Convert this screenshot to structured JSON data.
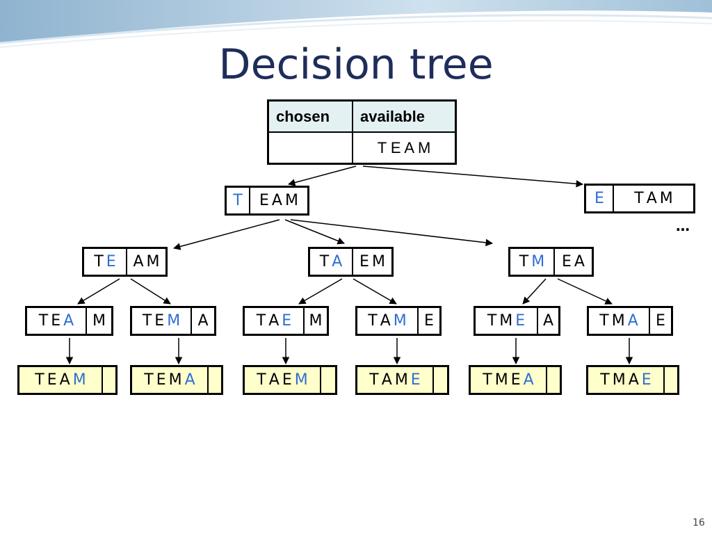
{
  "title": "Decision tree",
  "header": {
    "chosen_label": "chosen",
    "available_label": "available",
    "chosen_value": "",
    "available_value": "T E A M"
  },
  "colors": {
    "highlight": "#2e6fd1",
    "leaf_fill": "#ffffcc",
    "header_fill": "#e4f1f3",
    "title_color": "#1f2d5a"
  },
  "nodes": {
    "level1_t": {
      "chosen": [
        "T"
      ],
      "available": [
        "E",
        "A",
        "M"
      ]
    },
    "level1_e": {
      "chosen": [
        "E"
      ],
      "available": [
        "T",
        "A",
        "M"
      ]
    },
    "level2_te": {
      "chosen": [
        "T",
        "E"
      ],
      "available": [
        "A",
        "M"
      ]
    },
    "level2_ta": {
      "chosen": [
        "T",
        "A"
      ],
      "available": [
        "E",
        "M"
      ]
    },
    "level2_tm": {
      "chosen": [
        "T",
        "M"
      ],
      "available": [
        "E",
        "A"
      ]
    },
    "level3_tea": {
      "chosen": [
        "T",
        "E",
        "A"
      ],
      "available": [
        "M"
      ]
    },
    "level3_tem": {
      "chosen": [
        "T",
        "E",
        "M"
      ],
      "available": [
        "A"
      ]
    },
    "level3_tae": {
      "chosen": [
        "T",
        "A",
        "E"
      ],
      "available": [
        "M"
      ]
    },
    "level3_tam": {
      "chosen": [
        "T",
        "A",
        "M"
      ],
      "available": [
        "E"
      ]
    },
    "level3_tme": {
      "chosen": [
        "T",
        "M",
        "E"
      ],
      "available": [
        "A"
      ]
    },
    "level3_tma": {
      "chosen": [
        "T",
        "M",
        "A"
      ],
      "available": [
        "E"
      ]
    },
    "leaf_team": {
      "chosen": [
        "T",
        "E",
        "A",
        "M"
      ],
      "available": []
    },
    "leaf_tema": {
      "chosen": [
        "T",
        "E",
        "M",
        "A"
      ],
      "available": []
    },
    "leaf_taem": {
      "chosen": [
        "T",
        "A",
        "E",
        "M"
      ],
      "available": []
    },
    "leaf_tame": {
      "chosen": [
        "T",
        "A",
        "M",
        "E"
      ],
      "available": []
    },
    "leaf_tmea": {
      "chosen": [
        "T",
        "M",
        "E",
        "A"
      ],
      "available": []
    },
    "leaf_tmae": {
      "chosen": [
        "T",
        "M",
        "A",
        "E"
      ],
      "available": []
    }
  },
  "ellipsis": "…",
  "page_number": "16"
}
